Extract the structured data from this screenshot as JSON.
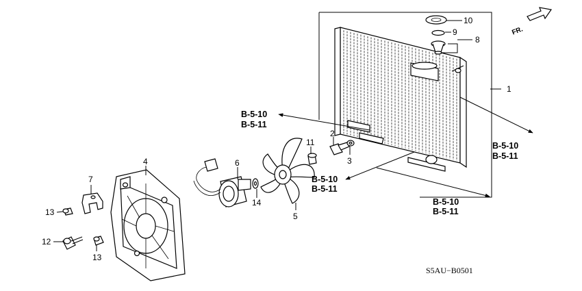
{
  "part_numbers": [
    "1",
    "2",
    "3",
    "4",
    "5",
    "6",
    "7",
    "8",
    "9",
    "10",
    "11",
    "12",
    "13",
    "13",
    "14"
  ],
  "refs": {
    "top_a": "B-5-10",
    "top_b": "B-5-11",
    "right_a": "B-5-10",
    "right_b": "B-5-11",
    "mid_a": "B-5-10",
    "mid_b": "B-5-11",
    "bottom_a": "B-5-10",
    "bottom_b": "B-5-11"
  },
  "front_label": "FR.",
  "diagram_code": "S5AU−B0501"
}
